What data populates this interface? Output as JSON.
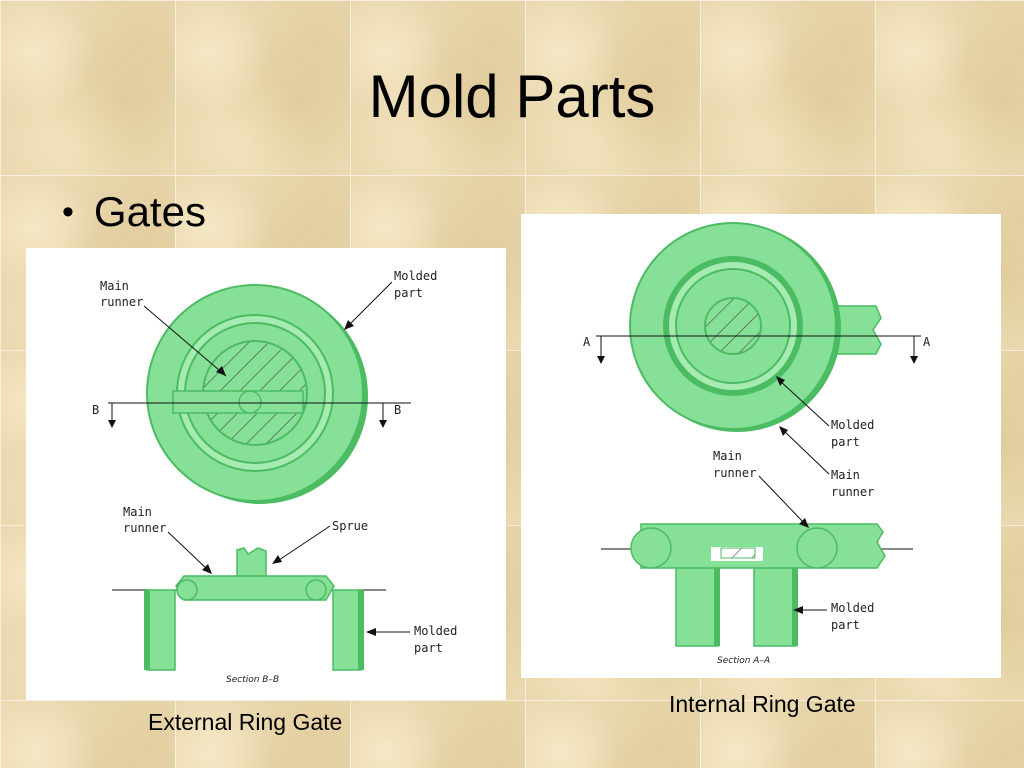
{
  "slide": {
    "title": "Mold Parts",
    "bullet": "Gates"
  },
  "external": {
    "caption": "External Ring Gate",
    "labels": {
      "main_runner_line1": "Main",
      "main_runner_line2": "runner",
      "molded_part_line1": "Molded",
      "molded_part_line2": "part",
      "section_left": "B",
      "section_right": "B",
      "main_runner2_line1": "Main",
      "main_runner2_line2": "runner",
      "sprue": "Sprue",
      "molded_part2_line1": "Molded",
      "molded_part2_line2": "part",
      "section_title": "Section B–B"
    }
  },
  "internal": {
    "caption": "Internal Ring Gate",
    "labels": {
      "section_left": "A",
      "section_right": "A",
      "molded_part_line1": "Molded",
      "molded_part_line2": "part",
      "main_runner_line1": "Main",
      "main_runner_line2": "runner",
      "main_runner_left_line1": "Main",
      "main_runner_left_line2": "runner",
      "molded_part2_line1": "Molded",
      "molded_part2_line2": "part",
      "section_title": "Section A–A"
    }
  },
  "colors": {
    "part_green": "#7fdb91",
    "part_green_dark": "#4cbc63",
    "part_green_light": "#b8f0c2",
    "line": "#111111"
  }
}
